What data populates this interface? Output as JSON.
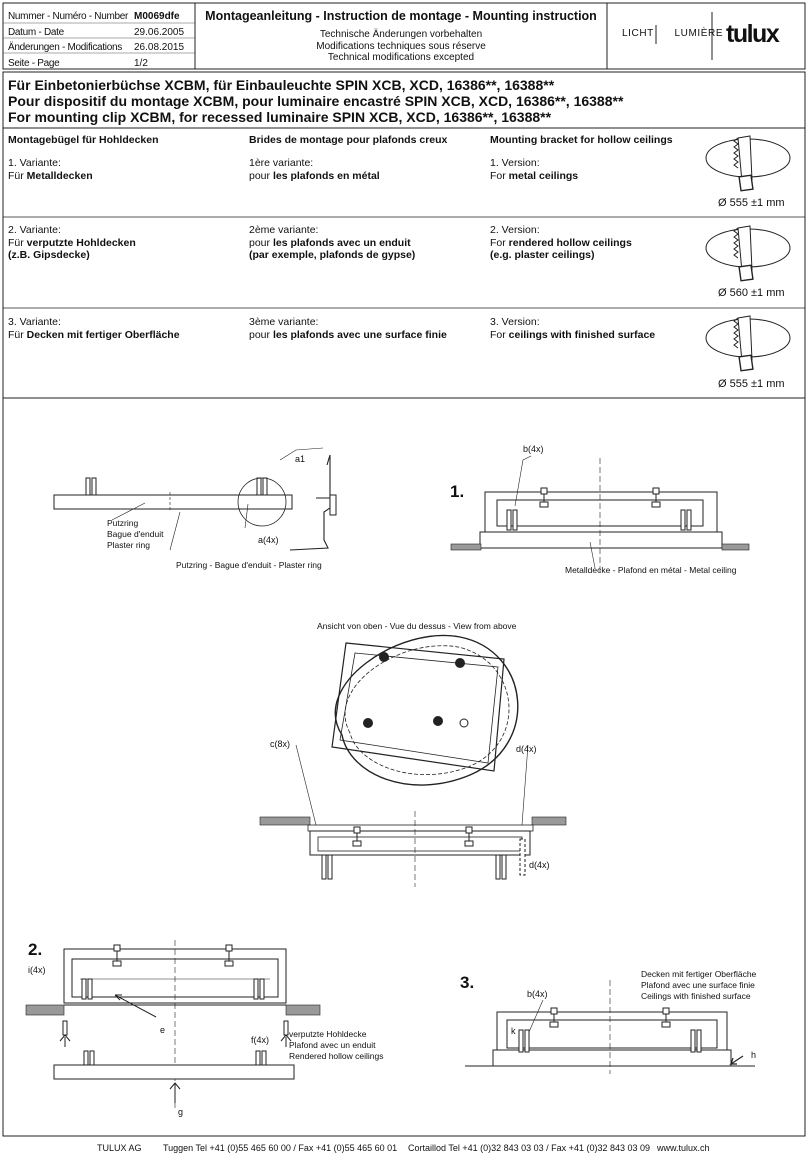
{
  "header": {
    "meta": [
      {
        "key": "Nummer - Numéro - Number",
        "value": "M0069dfe"
      },
      {
        "key": "Datum - Date",
        "value": "29.06.2005"
      },
      {
        "key": "Änderungen - Modifications",
        "value": "26.08.2015"
      },
      {
        "key": "Seite - Page",
        "value": "1/2"
      }
    ],
    "title": "Montageanleitung - Instruction de montage - Mounting  instruction",
    "notes": [
      "Technische Änderungen vorbehalten",
      "Modifications techniques sous réserve",
      "Technical modifications excepted"
    ],
    "licht": "LICHT",
    "lumiere": "LUMIÈRE",
    "logo": "tulux"
  },
  "titles": [
    "Für Einbetonierbüchse XCBM, für Einbauleuchte SPIN XCB, XCD, 16386**, 16388**",
    "Pour dispositif du montage XCBM, pour luminaire encastré SPIN XCB, XCD, 16386**, 16388**",
    "For mounting clip XCBM, for recessed luminaire SPIN XCB, XCD, 16386**, 16388**"
  ],
  "section_headers": {
    "de": "Montagebügel für Hohldecken",
    "fr": "Brides de montage pour plafonds creux",
    "en": "Mounting bracket for hollow ceilings"
  },
  "variants": [
    {
      "de": {
        "l1": "1. Variante:",
        "pre": "Für ",
        "bold": "Metalldecken",
        "l3": ""
      },
      "fr": {
        "l1": "1ère variante:",
        "pre": "pour ",
        "bold": "les plafonds en métal",
        "l3": ""
      },
      "en": {
        "l1": "1. Version:",
        "pre": "For ",
        "bold": "metal ceilings",
        "l3": ""
      },
      "dim": "Ø 555 ±1 mm"
    },
    {
      "de": {
        "l1": "2. Variante:",
        "pre": "Für ",
        "bold": "verputzte Hohldecken",
        "l3": "(z.B. Gipsdecke)"
      },
      "fr": {
        "l1": "2ème variante:",
        "pre": "pour ",
        "bold": "les plafonds avec un enduit",
        "l3": "(par exemple, plafonds de gypse)"
      },
      "en": {
        "l1": "2. Version:",
        "pre": "For ",
        "bold": "rendered hollow ceilings",
        "l3": "(e.g. plaster ceilings)"
      },
      "dim": "Ø 560 ±1 mm"
    },
    {
      "de": {
        "l1": "3. Variante:",
        "pre": "Für ",
        "bold": "Decken mit fertiger Oberfläche",
        "l3": ""
      },
      "fr": {
        "l1": "3ème variante:",
        "pre": "pour ",
        "bold": "les plafonds avec une surface finie",
        "l3": ""
      },
      "en": {
        "l1": "3. Version:",
        "pre": "For ",
        "bold": "ceilings with finished surface",
        "l3": ""
      },
      "dim": "Ø 555 ±1 mm"
    }
  ],
  "figures": {
    "fig_a": {
      "a1": "a1",
      "a4x": "a(4x)",
      "putz1": "Putzring",
      "putz2": "Bague d'enduit",
      "putz3": "Plaster ring",
      "putzrow": "Putzring - Bague d'enduit - Plaster ring"
    },
    "fig1": {
      "num": "1.",
      "b4x": "b(4x)",
      "caption": "Metalldecke - Plafond en métal - Metal ceiling"
    },
    "fig_top": {
      "caption": "Ansicht von oben - Vue du dessus - View from above",
      "c8x": "c(8x)",
      "d4x": "d(4x)",
      "d4x_b": "d(4x)"
    },
    "fig2": {
      "num": "2.",
      "i4x": "i(4x)",
      "e": "e",
      "f4x": "f(4x)",
      "g": "g",
      "cap1": "verputzte Hohldecke",
      "cap2": "Plafond avec un enduit",
      "cap3": "Rendered hollow ceilings"
    },
    "fig3": {
      "num": "3.",
      "b4x": "b(4x)",
      "k": "k",
      "h": "h",
      "cap1": "Decken mit fertiger Oberfläche",
      "cap2": "Plafond avec une surface finie",
      "cap3": "Ceilings with finished surface"
    }
  },
  "footer": {
    "company": "TULUX AG",
    "tuggen": "Tuggen Tel +41 (0)55 465 60 00 / Fax +41 (0)55 465 60 01",
    "cortaillod": "Cortaillod Tel +41 (0)32 843 03 03 / Fax +41 (0)32 843 03 09",
    "web": "www.tulux.ch"
  }
}
